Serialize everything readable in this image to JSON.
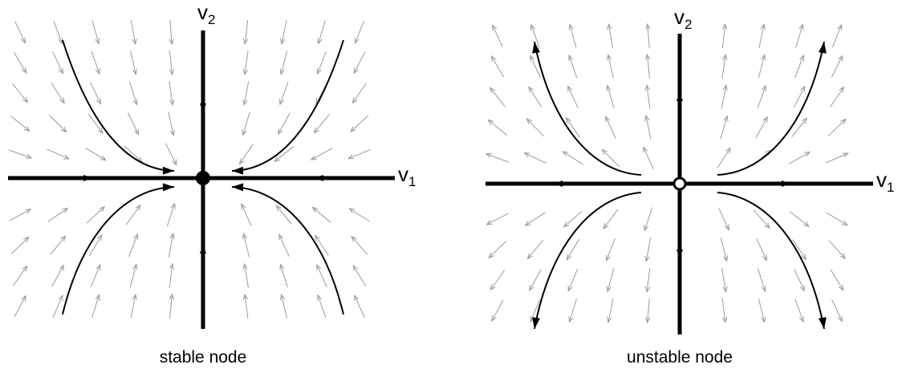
{
  "panels": [
    {
      "id": "stable",
      "caption": "stable node",
      "axis1": "v",
      "axis1_sub": "1",
      "axis2": "v",
      "axis2_sub": "2",
      "fixed_point": "filled",
      "flow": "inward"
    },
    {
      "id": "unstable",
      "caption": "unstable node",
      "axis1": "v",
      "axis1_sub": "1",
      "axis2": "v",
      "axis2_sub": "2",
      "fixed_point": "open",
      "flow": "outward"
    }
  ],
  "colors": {
    "ink": "#000000",
    "field": "#9a9a9a"
  }
}
